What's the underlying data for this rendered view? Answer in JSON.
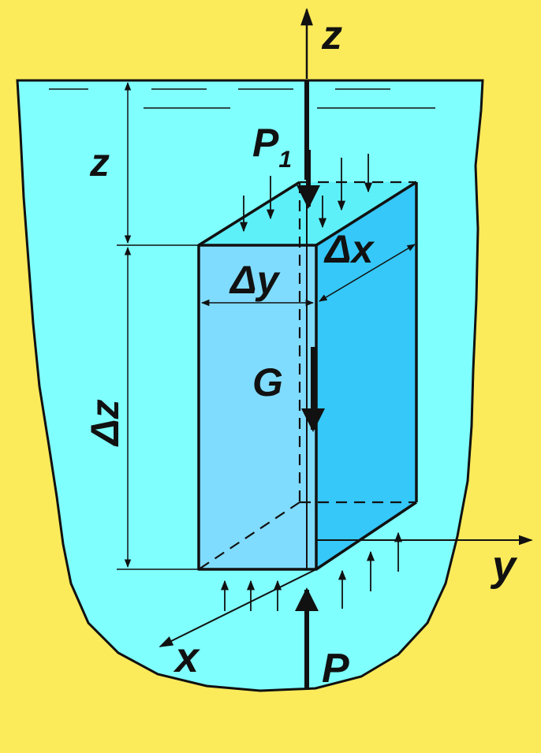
{
  "colors": {
    "background": "#FBEA5A",
    "liquid": "#80FFFF",
    "prism_top": "#5EF0F8",
    "prism_front": "#80DCFF",
    "prism_side": "#35C8F8",
    "ink": "#111111"
  },
  "labels": {
    "z_axis": "z",
    "y_axis": "y",
    "x_axis": "x",
    "depth_z": "z",
    "delta_z": "Δz",
    "delta_y": "Δy",
    "delta_x": "Δx",
    "p1_base": "P",
    "p1_sub": "1",
    "p_bottom": "P",
    "weight": "G"
  }
}
